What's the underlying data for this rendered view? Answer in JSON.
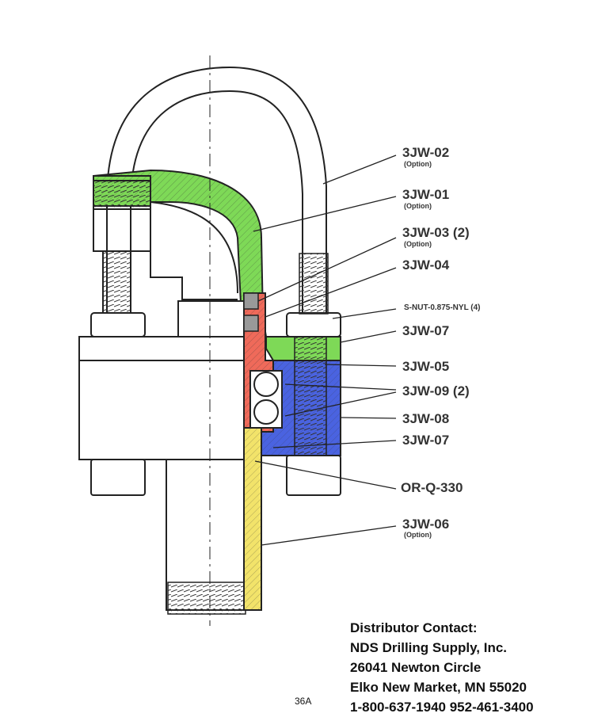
{
  "labels": {
    "jw02": "3JW-02",
    "jw02_sub": "(Option)",
    "jw01": "3JW-01",
    "jw01_sub": "(Option)",
    "jw03": "3JW-03 (2)",
    "jw03_sub": "(Option)",
    "jw04": "3JW-04",
    "snut": "S-NUT-0.875-NYL (4)",
    "jw07a": "3JW-07",
    "jw05": "3JW-05",
    "jw09": "3JW-09 (2)",
    "jw08": "3JW-08",
    "jw07b": "3JW-07",
    "orq": "OR-Q-330",
    "jw06": "3JW-06",
    "jw06_sub": "(Option)"
  },
  "contact": {
    "heading": "Distributor Contact:",
    "company": "NDS Drilling Supply, Inc.",
    "address": "26041 Newton Circle",
    "city": "Elko New Market, MN 55020",
    "phone": "1-800-637-1940  952-461-3400"
  },
  "page_number": "36A",
  "colors": {
    "green": "#7ed957",
    "red": "#ef6a5a",
    "blue": "#4a63e0",
    "yellow": "#f2e36a",
    "line": "#222222"
  }
}
